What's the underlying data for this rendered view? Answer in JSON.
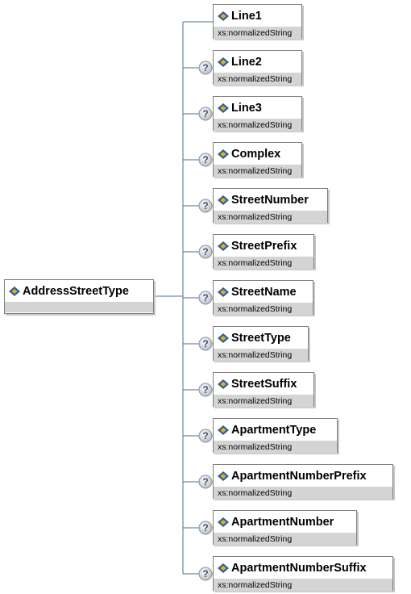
{
  "root": {
    "name": "AddressStreetType"
  },
  "children": [
    {
      "name": "Line1",
      "type": "xs:normalizedString",
      "optional": false
    },
    {
      "name": "Line2",
      "type": "xs:normalizedString",
      "optional": true
    },
    {
      "name": "Line3",
      "type": "xs:normalizedString",
      "optional": true
    },
    {
      "name": "Complex",
      "type": "xs:normalizedString",
      "optional": true
    },
    {
      "name": "StreetNumber",
      "type": "xs:normalizedString",
      "optional": true
    },
    {
      "name": "StreetPrefix",
      "type": "xs:normalizedString",
      "optional": true
    },
    {
      "name": "StreetName",
      "type": "xs:normalizedString",
      "optional": true
    },
    {
      "name": "StreetType",
      "type": "xs:normalizedString",
      "optional": true
    },
    {
      "name": "StreetSuffix",
      "type": "xs:normalizedString",
      "optional": true
    },
    {
      "name": "ApartmentType",
      "type": "xs:normalizedString",
      "optional": true
    },
    {
      "name": "ApartmentNumberPrefix",
      "type": "xs:normalizedString",
      "optional": true
    },
    {
      "name": "ApartmentNumber",
      "type": "xs:normalizedString",
      "optional": true
    },
    {
      "name": "ApartmentNumberSuffix",
      "type": "xs:normalizedString",
      "optional": true
    }
  ],
  "colors": {
    "connector": "#4d6f93",
    "node_border": "#7f7f7f",
    "type_bar": "#d4d4d4",
    "icon_blue": "#2f5fa8",
    "icon_gold": "#e8b400"
  },
  "icons": {
    "element": "element-icon",
    "optional": "optional-question-icon"
  }
}
